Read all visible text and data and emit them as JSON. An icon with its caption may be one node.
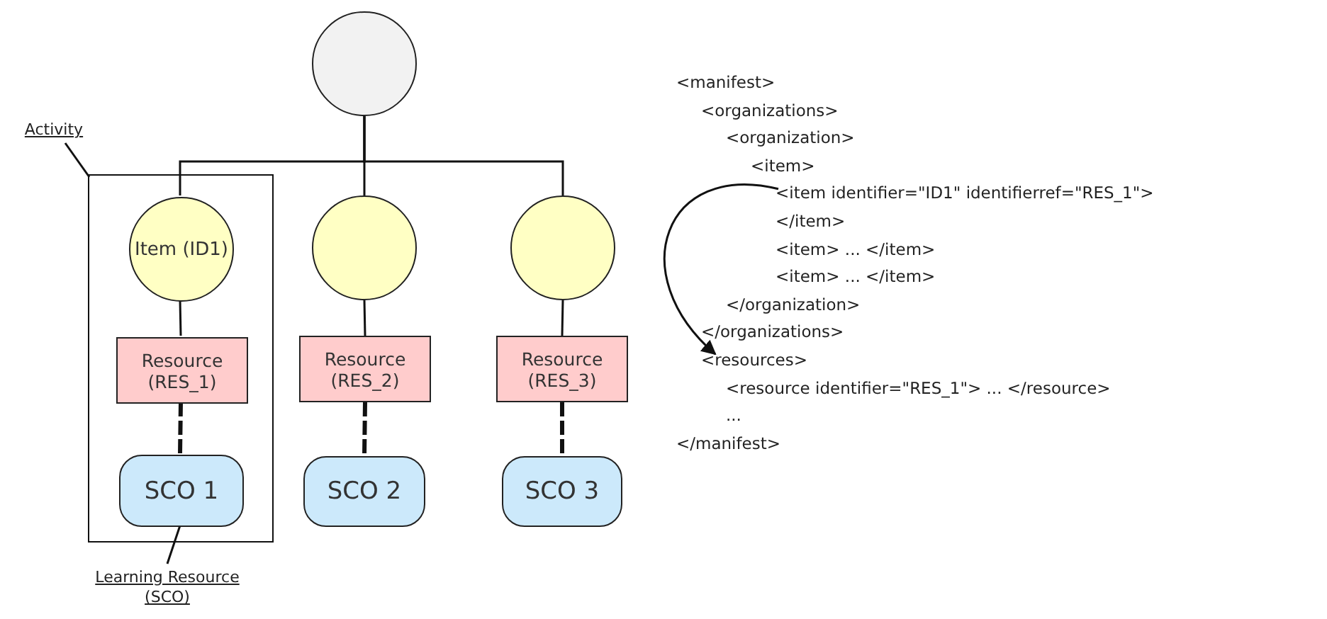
{
  "diagram": {
    "nodes": [
      {
        "text": [],
        "shape": "circle"
      },
      {
        "text": [
          "Activity"
        ]
      },
      {
        "text": [],
        "shape": "box"
      },
      {
        "text": [
          "Item (ID1)"
        ],
        "in": 2
      },
      {
        "text": [],
        "shape": "circle"
      },
      {
        "text": [],
        "shape": "circle"
      },
      {
        "text": [
          "Resource (RES_1)"
        ],
        "in": 2
      },
      {
        "text": [
          "Resource (RES_2)"
        ]
      },
      {
        "text": [
          "Resource (RES_3)"
        ]
      },
      {
        "text": [
          "SCO 1"
        ],
        "in": 2
      },
      {
        "text": [
          "SCO 2"
        ]
      },
      {
        "text": [
          "SCO 3"
        ]
      },
      {
        "text": [
          "Learning Resource (SCO)"
        ]
      },
      {
        "text": [
          "<item identifier=\"ID1\" identifierref=\"RES_1\">"
        ]
      },
      {
        "text": [
          "<resources>"
        ]
      }
    ],
    "edges": [
      {
        "from": 0,
        "to": 3,
        "arrow": "none"
      },
      {
        "from": 0,
        "to": 4,
        "arrow": "none"
      },
      {
        "from": 0,
        "to": 5,
        "arrow": "none"
      },
      {
        "from": 3,
        "to": 6,
        "arrow": "none"
      },
      {
        "from": 4,
        "to": 7,
        "arrow": "none"
      },
      {
        "from": 5,
        "to": 8,
        "arrow": "none"
      },
      {
        "from": 6,
        "to": 9,
        "arrow": "none",
        "style": "dashed"
      },
      {
        "from": 7,
        "to": 10,
        "arrow": "none",
        "style": "dashed"
      },
      {
        "from": 8,
        "to": 11,
        "arrow": "none",
        "style": "dashed"
      },
      {
        "from": 1,
        "to": 2,
        "arrow": "none"
      },
      {
        "from": 12,
        "to": 9,
        "arrow": "none"
      },
      {
        "from": 13,
        "to": 14,
        "arrow": "to"
      }
    ],
    "labels": [
      "<manifest>",
      "<organizations>",
      "<organization>",
      "<item>",
      "</item>",
      "<item> ... </item>",
      "<item> ... </item>",
      "</organization>",
      "</organizations>",
      "<resource identifier=\"RES_1\"> ... </resource>",
      "...",
      "</manifest>"
    ]
  }
}
